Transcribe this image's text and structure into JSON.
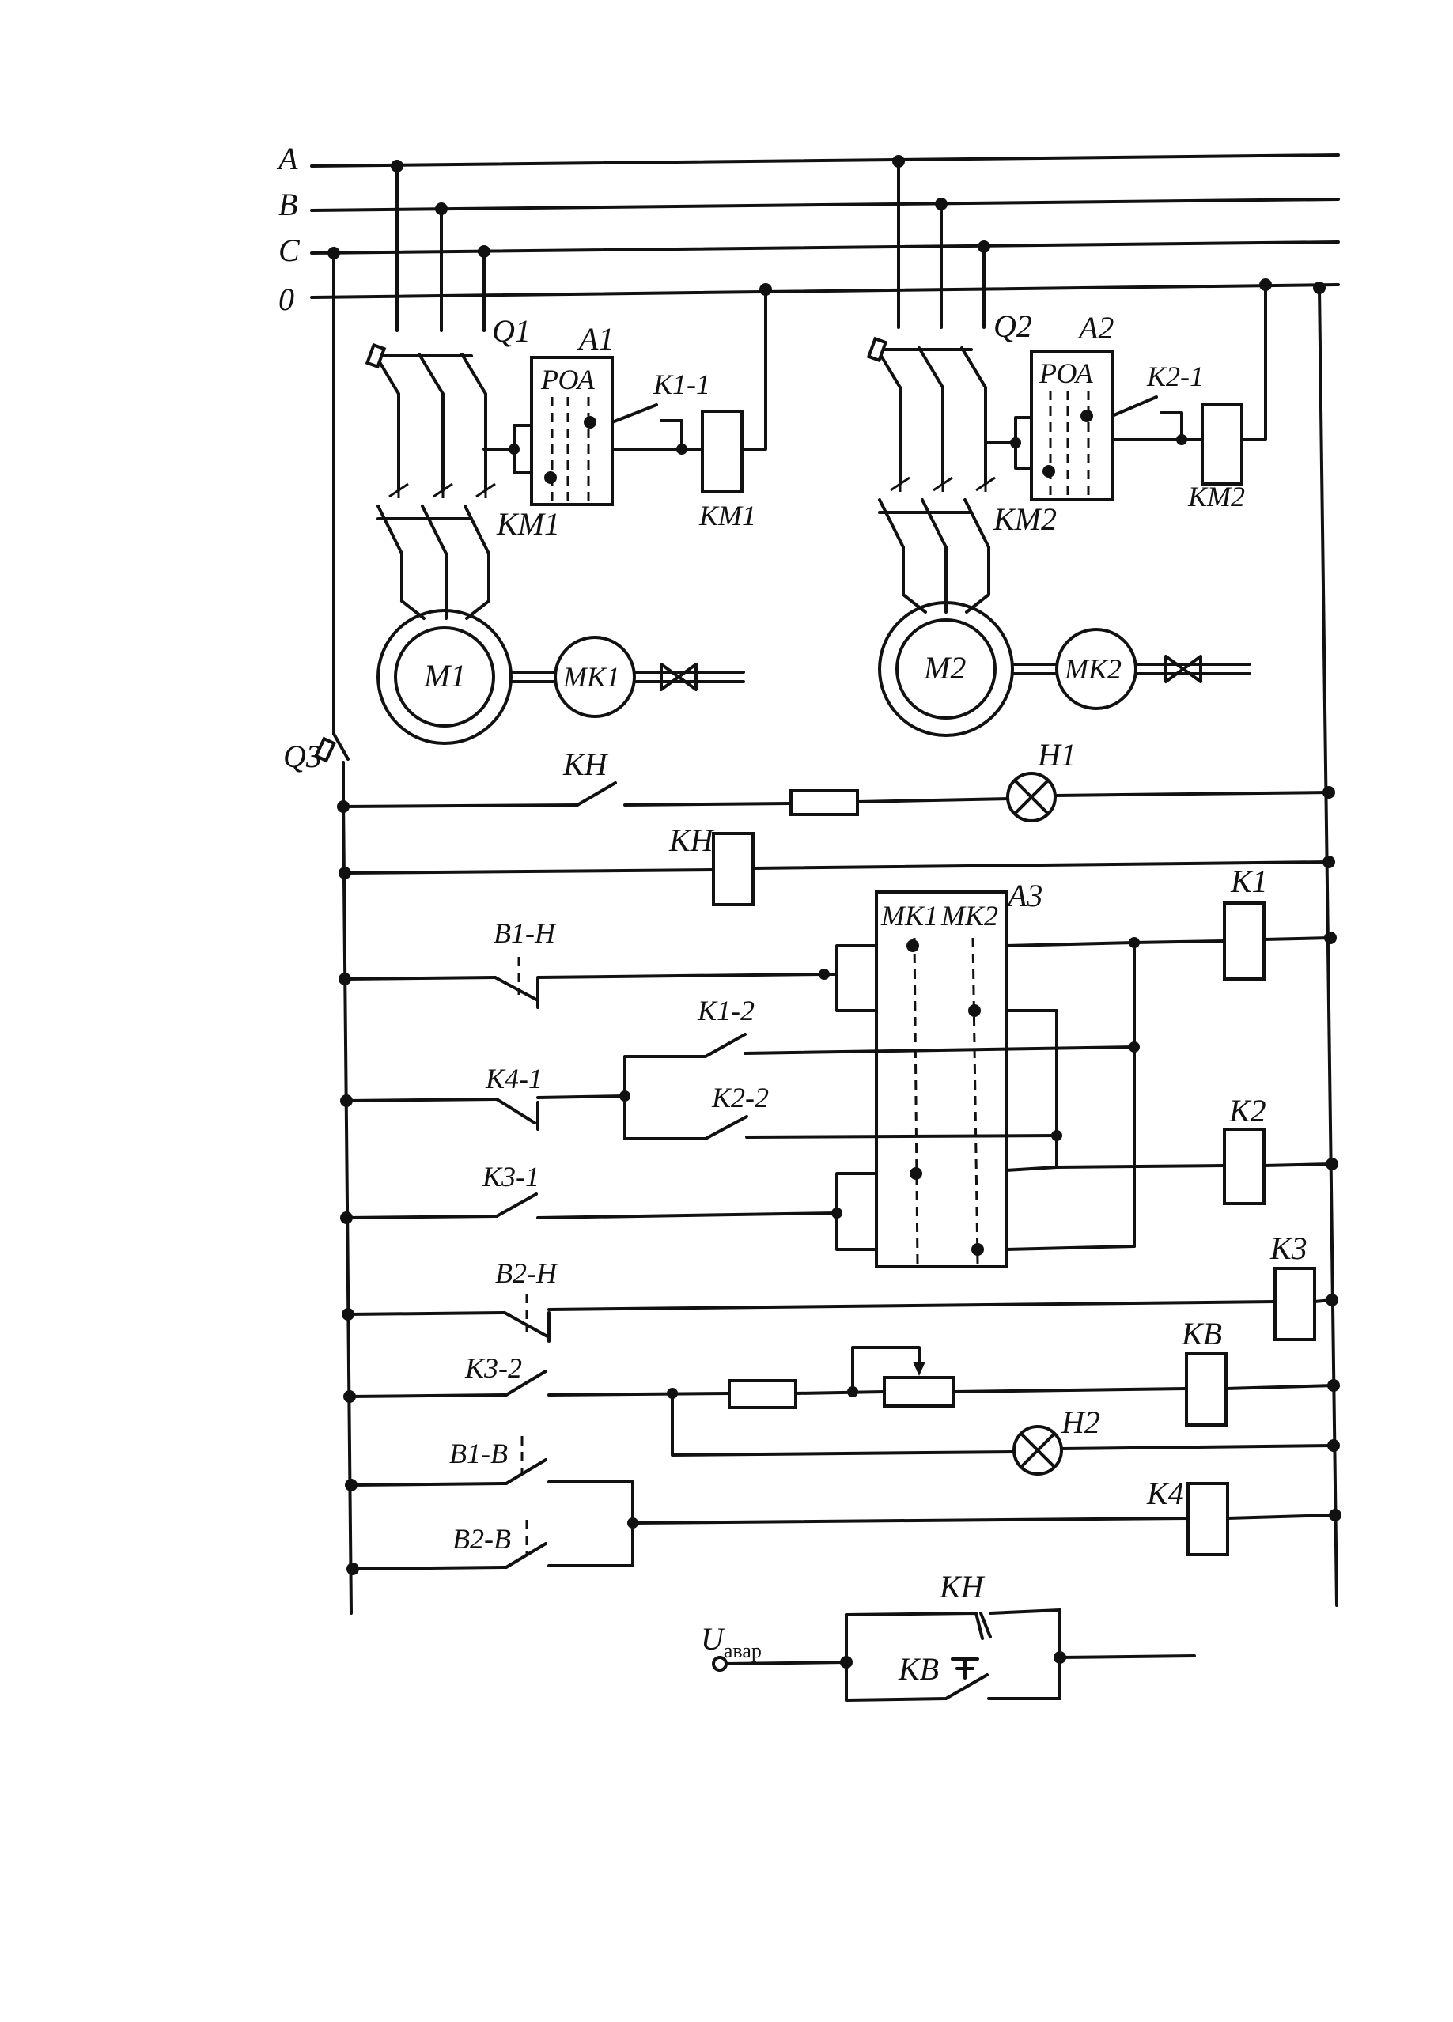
{
  "buses": [
    "A",
    "B",
    "C",
    "0"
  ],
  "breakers": [
    "Q1",
    "Q2",
    "Q3"
  ],
  "relay_units": [
    {
      "name": "A1",
      "inner": "РОА",
      "contact": "K1-1",
      "coil": "KM1"
    },
    {
      "name": "A2",
      "inner": "РОА",
      "contact": "K2-1",
      "coil": "KM2"
    }
  ],
  "contactors": [
    "KM1",
    "KM2"
  ],
  "motors": [
    {
      "motor": "M1",
      "clutch": "MK1"
    },
    {
      "motor": "M2",
      "clutch": "MK2"
    }
  ],
  "control": {
    "kh_contact": "KH",
    "lamp1": "H1",
    "kh_coil": "KH",
    "b1h": "B1-H",
    "a3": "A3",
    "a3_contacts": [
      "MK1",
      "MK2"
    ],
    "k1": "K1",
    "k1_2": "K1-2",
    "k4_1": "K4-1",
    "k2_2": "K2-2",
    "k2": "K2",
    "k3_1": "K3-1",
    "b2h": "B2-H",
    "k3": "K3",
    "k3_2": "K3-2",
    "kb": "KB",
    "lamp2": "H2",
    "b1b": "B1-B",
    "k4": "K4",
    "b2b": "B2-B"
  },
  "alarm": {
    "u_main": "U",
    "u_sub": "авар",
    "kh": "KH",
    "kb": "KB"
  }
}
